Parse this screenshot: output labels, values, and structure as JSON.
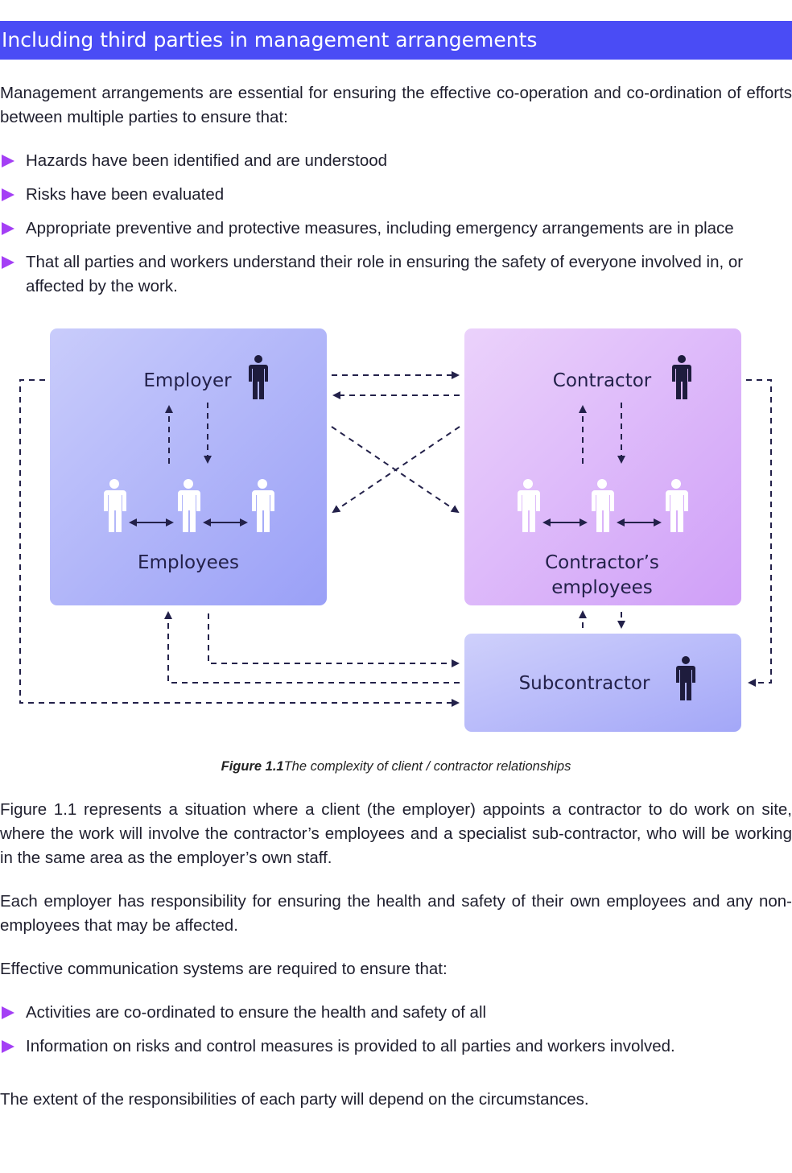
{
  "heading": "Including third parties in management arrangements",
  "intro": "Management arrangements are essential for ensuring the effective co-operation and co-ordination of efforts between multiple parties to ensure that:",
  "bullets1": [
    "Hazards have been identified and are understood",
    "Risks have been evaluated",
    "Appropriate preventive and protective measures, including emergency arrangements are in place",
    "That all parties and workers understand their role in ensuring the safety of everyone involved in, or affected by the work."
  ],
  "diagram": {
    "employer": "Employer",
    "employees": "Employees",
    "contractor": "Contractor",
    "contractor_employees_line1": "Contractor’s",
    "contractor_employees_line2": "employees",
    "subcontractor": "Subcontractor",
    "colors": {
      "employer_box": "#a9adf9",
      "contractor_box": "#dcaef9",
      "subcontractor_box": "#b6b8fb",
      "arrow": "#23214a",
      "person_dark": "#1e1c3d"
    },
    "icons": [
      "person-icon",
      "person-outline-icon",
      "dashed-arrow",
      "double-arrow"
    ]
  },
  "caption": {
    "label": "Figure 1.1",
    "text": "The complexity of client / contractor relationships"
  },
  "para2": "Figure 1.1 represents a situation where a client (the employer) appoints a contractor to do work on site, where the work will involve the contractor’s employees and a specialist sub-contractor, who will be working in the same area as the employer’s own staff.",
  "para3": "Each employer has responsibility for ensuring the health and safety of their own employees and any non-employees that may be affected.",
  "para4": "Effective communication systems are required to ensure that:",
  "bullets2": [
    "Activities are co-ordinated to ensure the health and safety of all",
    "Information on risks and control measures is provided to all parties and workers involved."
  ],
  "closing": "The extent of the responsibilities of each party will depend on the circumstances."
}
